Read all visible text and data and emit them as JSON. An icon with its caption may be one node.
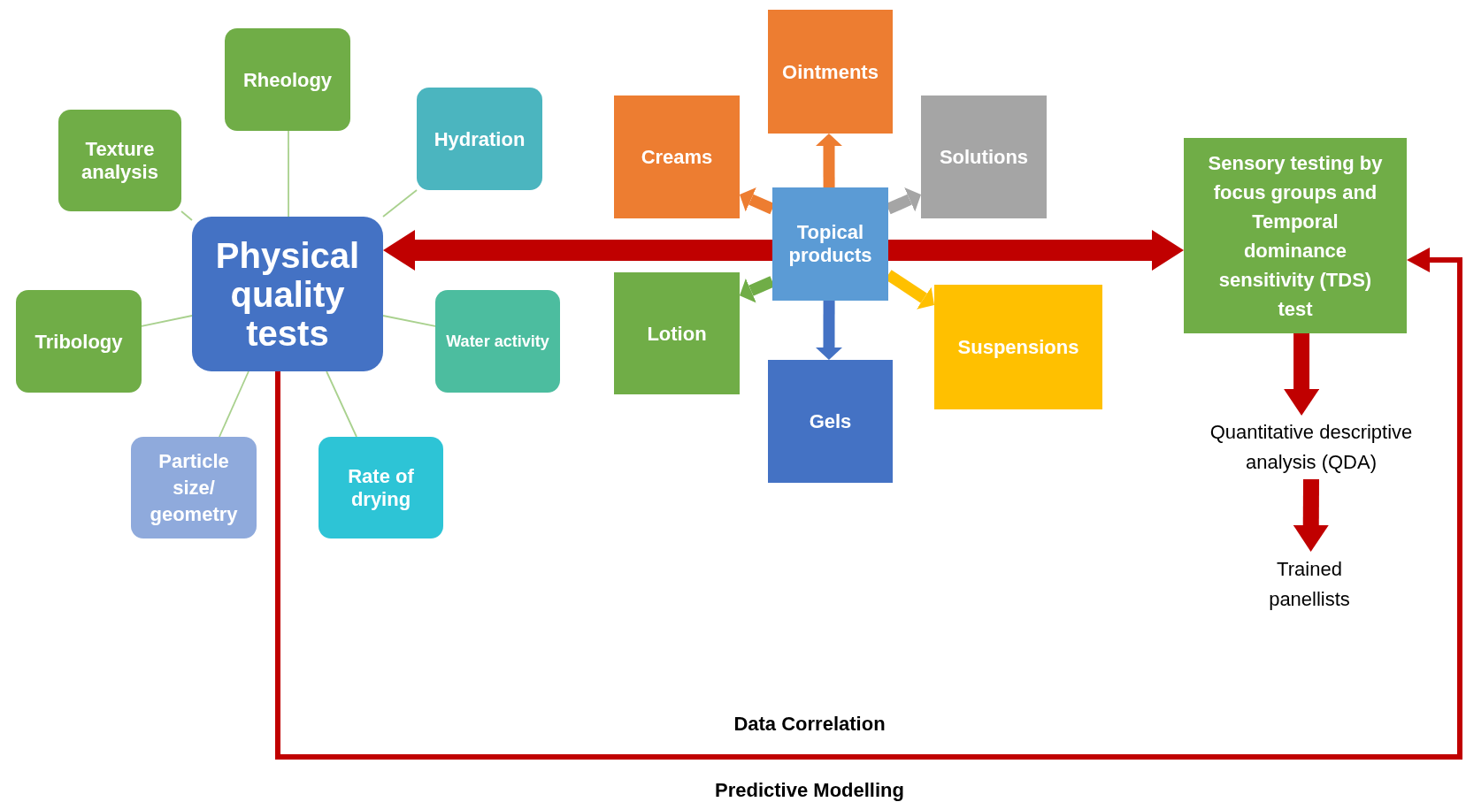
{
  "diagram": {
    "nodes": [
      {
        "text": [
          "Physical quality tests"
        ]
      },
      {
        "text": [
          "Rheology"
        ]
      },
      {
        "text": [
          "Texture analysis"
        ]
      },
      {
        "text": [
          "Hydration"
        ]
      },
      {
        "text": [
          "Tribology"
        ]
      },
      {
        "text": [
          "Water activity"
        ]
      },
      {
        "text": [
          "Particle size/ geometry"
        ]
      },
      {
        "text": [
          "Rate of drying"
        ]
      },
      {
        "text": [
          "Topical products"
        ]
      },
      {
        "text": [
          "Ointments"
        ]
      },
      {
        "text": [
          "Creams"
        ]
      },
      {
        "text": [
          "Solutions"
        ]
      },
      {
        "text": [
          "Lotion"
        ]
      },
      {
        "text": [
          "Gels"
        ]
      },
      {
        "text": [
          "Suspensions"
        ]
      },
      {
        "text": [
          "Sensory testing by focus groups and Temporal dominance sensitivity (TDS) test"
        ]
      },
      {
        "text": [
          "Quantitative descriptive analysis (QDA)"
        ]
      },
      {
        "text": [
          "Trained panellists"
        ]
      }
    ],
    "edges": [
      {
        "from": 0,
        "to": 1,
        "arrow": "none"
      },
      {
        "from": 0,
        "to": 2,
        "arrow": "none"
      },
      {
        "from": 0,
        "to": 3,
        "arrow": "none"
      },
      {
        "from": 0,
        "to": 4,
        "arrow": "none"
      },
      {
        "from": 0,
        "to": 5,
        "arrow": "none"
      },
      {
        "from": 0,
        "to": 6,
        "arrow": "none"
      },
      {
        "from": 0,
        "to": 7,
        "arrow": "none"
      },
      {
        "from": 8,
        "to": 9,
        "arrow": "to",
        "color": "#ed7d31"
      },
      {
        "from": 8,
        "to": 10,
        "arrow": "to",
        "color": "#ed7d31"
      },
      {
        "from": 8,
        "to": 11,
        "arrow": "to",
        "color": "#a5a5a5"
      },
      {
        "from": 8,
        "to": 12,
        "arrow": "to",
        "color": "#70ad47"
      },
      {
        "from": 8,
        "to": 13,
        "arrow": "to",
        "color": "#4472c4"
      },
      {
        "from": 8,
        "to": 14,
        "arrow": "to",
        "color": "#ffc000"
      },
      {
        "from": 8,
        "to": 0,
        "arrow": "to",
        "style": "thick",
        "color": "#c00000"
      },
      {
        "from": 8,
        "to": 15,
        "arrow": "to",
        "style": "thick",
        "color": "#c00000"
      },
      {
        "from": 15,
        "to": 16,
        "arrow": "to",
        "color": "#c00000"
      },
      {
        "from": 16,
        "to": 17,
        "arrow": "to",
        "color": "#c00000"
      },
      {
        "from": 0,
        "to": 15,
        "arrow": "to",
        "color": "#c00000",
        "label": "Data Correlation"
      }
    ],
    "labels": [
      "Predictive Modelling"
    ]
  }
}
